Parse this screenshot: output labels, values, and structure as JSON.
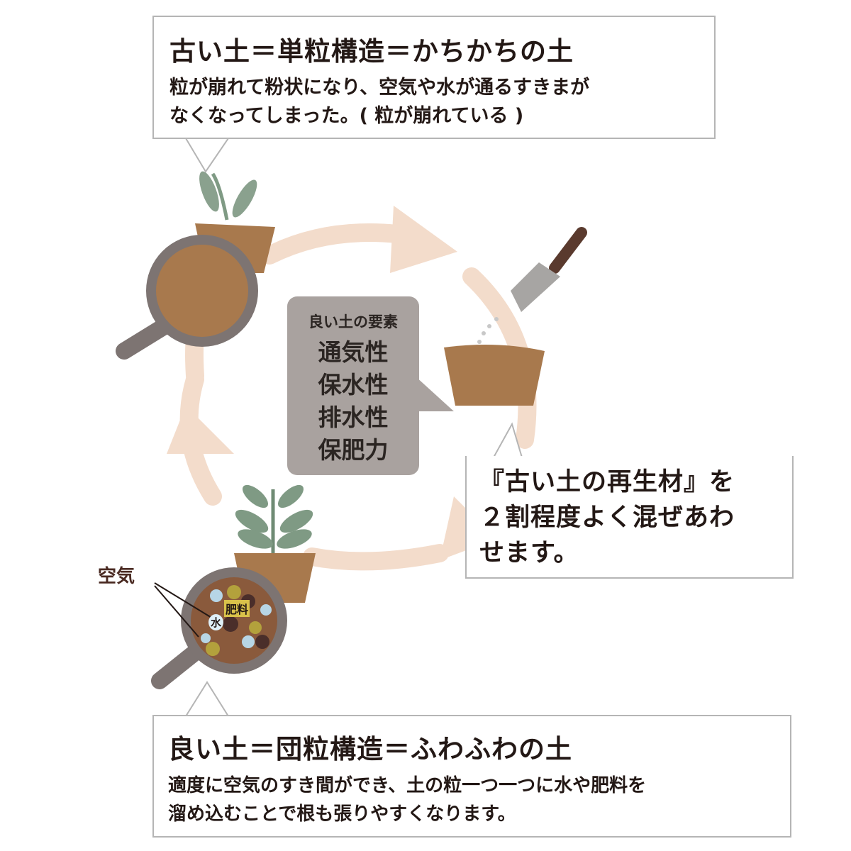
{
  "top_callout": {
    "title": "古い土＝単粒構造＝かちかちの土",
    "lines": [
      "粒が崩れて粉状になり、空気や水が通るすきまが",
      "なくなってしまった。( 粒が崩れている )"
    ]
  },
  "center_box": {
    "heading": "良い土の要素",
    "items": [
      "通気性",
      "保水性",
      "排水性",
      "保肥力"
    ]
  },
  "right_callout": {
    "lines": [
      "『古い土の再生材』を",
      "２割程度よく混ぜあわ",
      "せます。"
    ]
  },
  "magnifier_labels": {
    "air": "空気",
    "fertilizer": "肥料",
    "water": "水"
  },
  "bottom_callout": {
    "title": "良い土＝団粒構造＝ふわふわの土",
    "lines": [
      "適度に空気のすき間ができ、土の粒一つ一つに水や肥料を",
      "溜め込むことで根も張りやすくなります。"
    ]
  },
  "colors": {
    "arrow": "#f3dccb",
    "soil": "#a8794d",
    "magnifier": "#7d7472",
    "center_box": "#a9a29f",
    "leaf": "#7f9a84"
  }
}
